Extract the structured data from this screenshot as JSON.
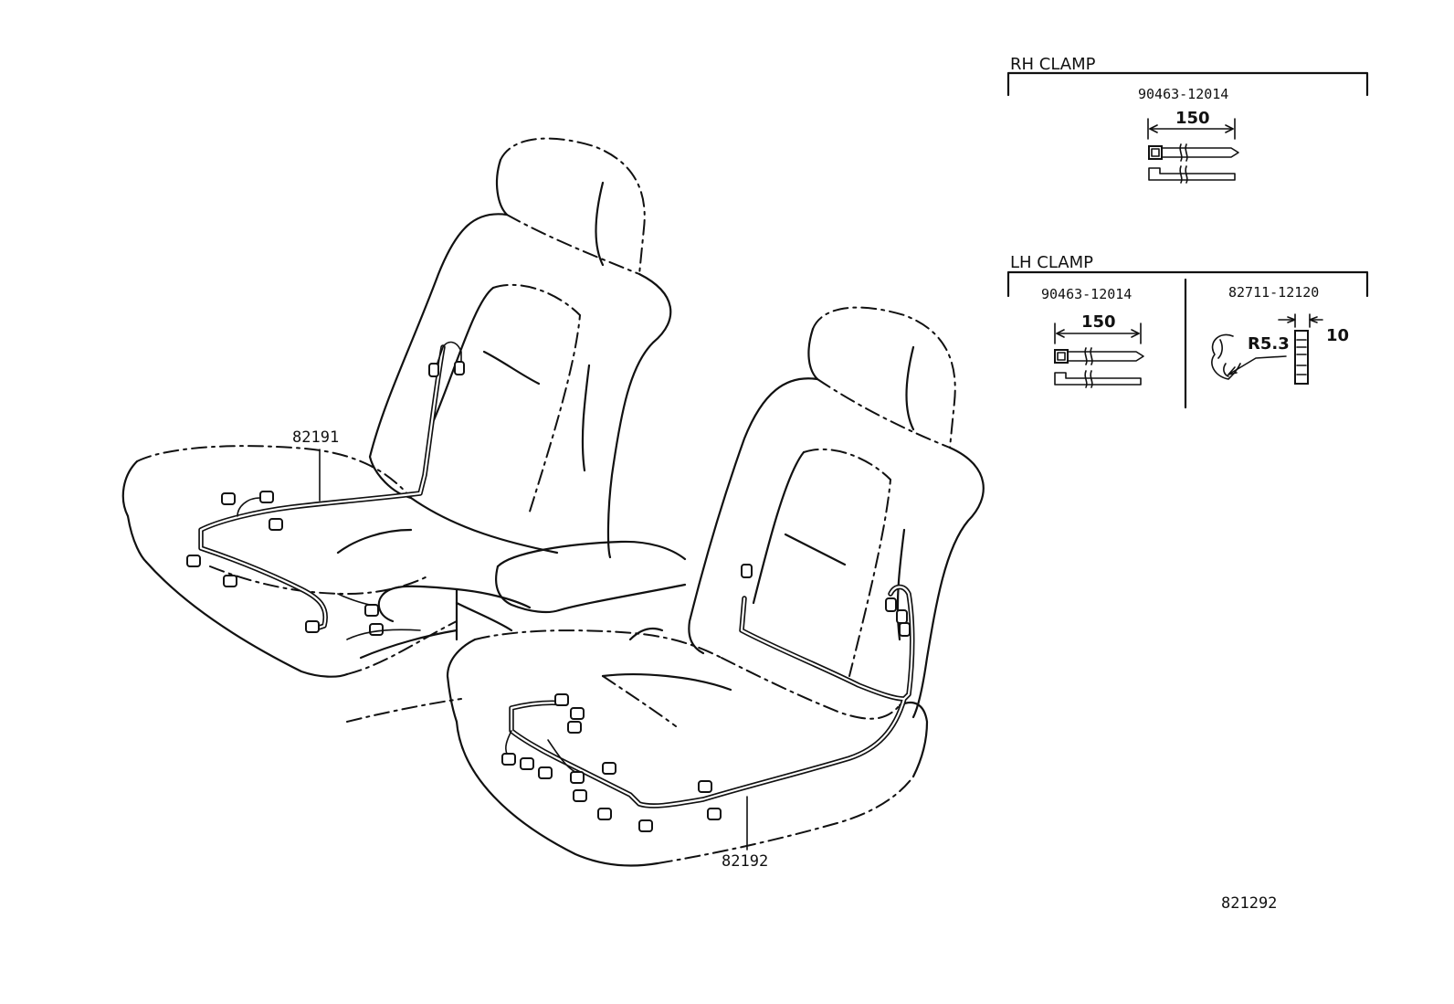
{
  "callouts": {
    "part_82191": "82191",
    "part_82192": "82192",
    "illustration_number": "821292"
  },
  "rh_clamp": {
    "title": "RH CLAMP",
    "part_number": "90463-12014",
    "length": "150"
  },
  "lh_clamp": {
    "title": "LH CLAMP",
    "left": {
      "part_number": "90463-12014",
      "length": "150"
    },
    "right": {
      "part_number": "82711-12120",
      "radius": "R5.3",
      "width": "10"
    }
  },
  "colors": {
    "ink": "#111111",
    "background": "#ffffff"
  }
}
